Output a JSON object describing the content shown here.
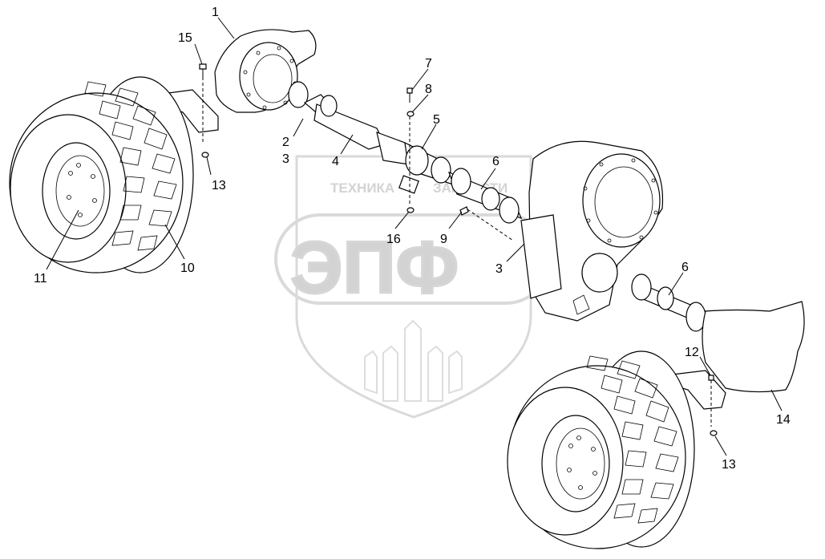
{
  "watermark": {
    "line1": "ТЕХНИКА",
    "line2": "ЗАПЧАСТИ",
    "big": "ЭПФ"
  },
  "callouts": [
    "1",
    "2",
    "3",
    "3",
    "4",
    "5",
    "6",
    "6",
    "7",
    "8",
    "9",
    "10",
    "11",
    "12",
    "13",
    "13",
    "14",
    "15",
    "16"
  ],
  "colors": {
    "ink": "#000000",
    "watermark": "#cfcfcf",
    "background": "#ffffff"
  }
}
